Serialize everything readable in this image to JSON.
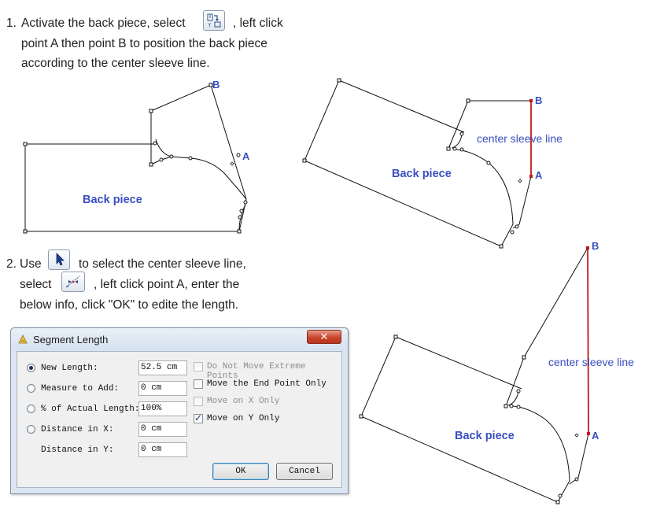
{
  "step1": {
    "number": "1.",
    "line1_a": "Activate the back piece, select",
    "line1_b": ", left click",
    "line2": "point A then point B to position the back piece",
    "line3": "according to the center sleeve line."
  },
  "step2": {
    "number": "2.",
    "use": "Use",
    "line1_b": "to select the center sleeve line,",
    "line2_a": "select",
    "line2_b": ", left click point A, enter the",
    "line3": "below info, click \"OK\" to edite the length."
  },
  "diagrams": {
    "back_piece": "Back piece",
    "point_a": "A",
    "point_b": "B",
    "center_sleeve_line": "center sleeve line"
  },
  "dialog": {
    "title": "Segment Length",
    "close_label": "✕",
    "options": [
      {
        "label": "New Length:",
        "value": "52.5 cm",
        "checked": true
      },
      {
        "label": "Measure to Add:",
        "value": "0 cm",
        "checked": false
      },
      {
        "label": "% of Actual Length:",
        "value": "100%",
        "checked": false
      },
      {
        "label": "Distance in X:",
        "value": "0 cm",
        "checked": false
      },
      {
        "label": "Distance in Y:",
        "value": "0 cm"
      }
    ],
    "checkboxes": [
      {
        "label": "Do Not Move Extreme Points",
        "checked": false,
        "enabled": false
      },
      {
        "label": "Move the End Point Only",
        "checked": false,
        "enabled": true
      },
      {
        "label": "Move on X Only",
        "checked": false,
        "enabled": false
      },
      {
        "label": "Move on Y Only",
        "checked": true,
        "enabled": true
      }
    ],
    "ok_label": "OK",
    "cancel_label": "Cancel"
  },
  "colors": {
    "label_blue": "#3a4fc0",
    "sleeve_line_red": "#c01818"
  }
}
